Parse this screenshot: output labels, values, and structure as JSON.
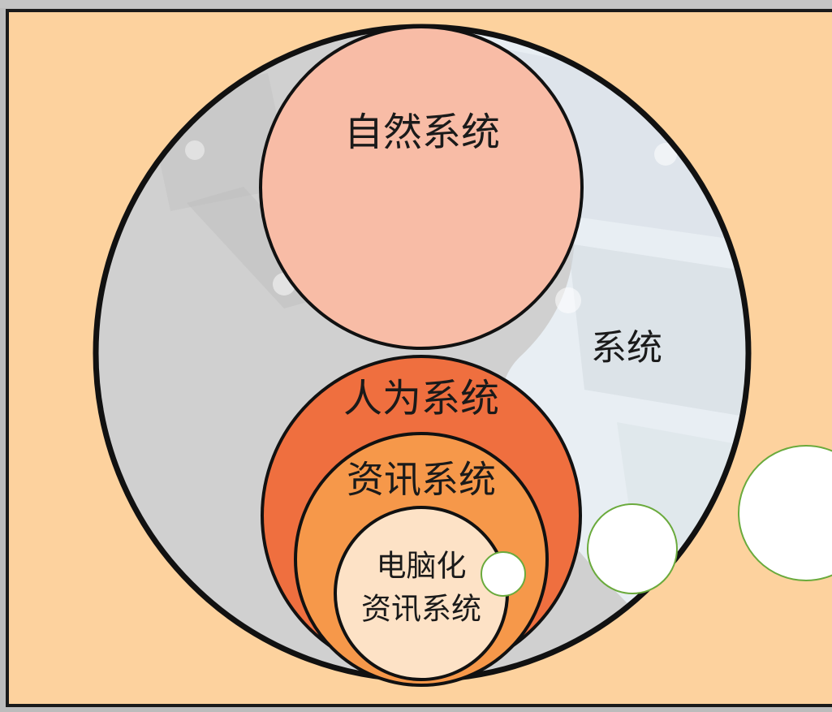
{
  "labels": {
    "outer": "系统",
    "natural": "自然系统",
    "manmade": "人为系统",
    "information": "资讯系统",
    "computerized_line1": "电脑化",
    "computerized_line2": "资讯系统"
  },
  "colors": {
    "frame_background": "#fdd29e",
    "frame_border": "#1a1a1a",
    "outer_circle_fill": "#d0d0d0",
    "outer_circle_light": "#e8eef3",
    "natural_system_fill": "#f8bca6",
    "manmade_system_fill": "#ef6f3f",
    "information_system_fill": "#f6984a",
    "computerized_system_fill": "#fde2c6",
    "bubble_fill": "#ffffff",
    "bubble_stroke": "#6aaa3c"
  },
  "icons": [
    "background-laptop-graphic",
    "decorative-bubble"
  ]
}
